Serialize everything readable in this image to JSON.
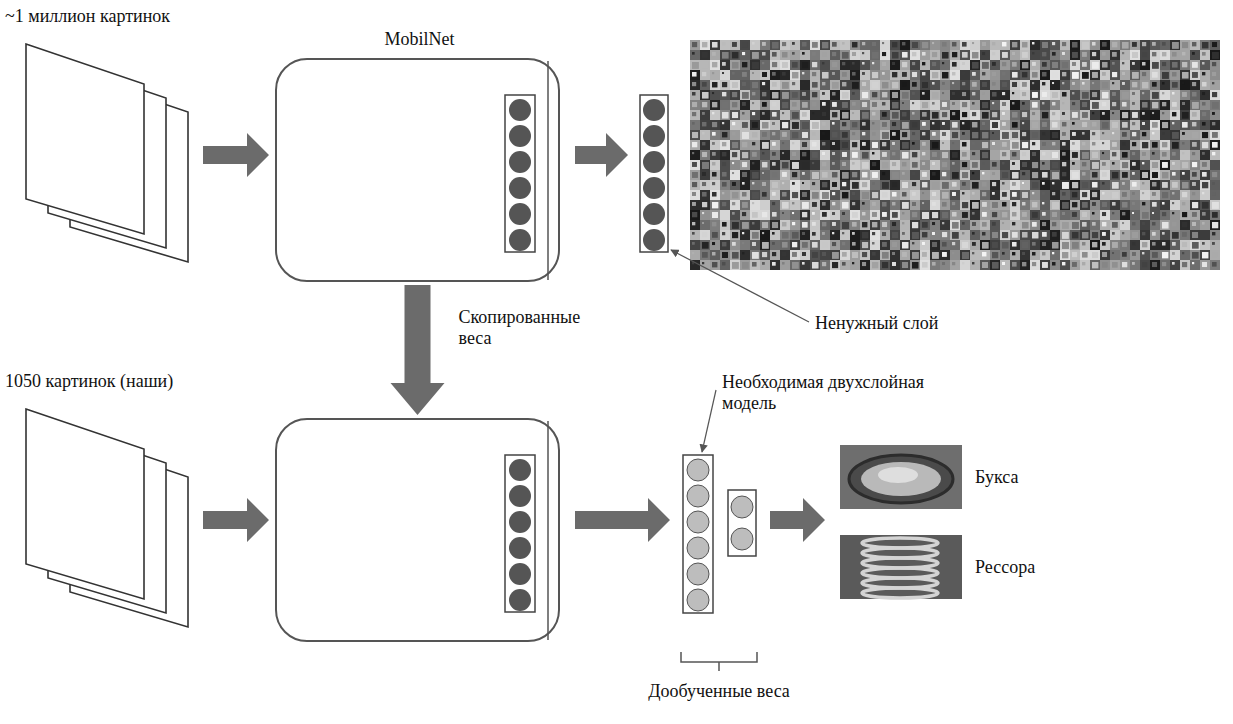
{
  "diagram": {
    "nodes": [
      {
        "text": [
          "~1 миллион картинок"
        ]
      },
      {
        "text": [
          "MobilNet"
        ]
      },
      {
        "text": [
          "1050 картинок (наши)"
        ]
      },
      {
        "text": []
      },
      {
        "text": [
          "Букса"
        ]
      },
      {
        "text": [
          "Рессора"
        ]
      }
    ],
    "edges": [
      {
        "from": 0,
        "to": 1,
        "arrow": "to"
      },
      {
        "from": 2,
        "to": 3,
        "arrow": "to"
      },
      {
        "from": 1,
        "to": 3,
        "label": "Скопированные веса",
        "arrow": "to"
      }
    ],
    "labels": [
      "Ненужный слой",
      "Необходимая двухслойная модель",
      "Дообученные веса"
    ]
  }
}
